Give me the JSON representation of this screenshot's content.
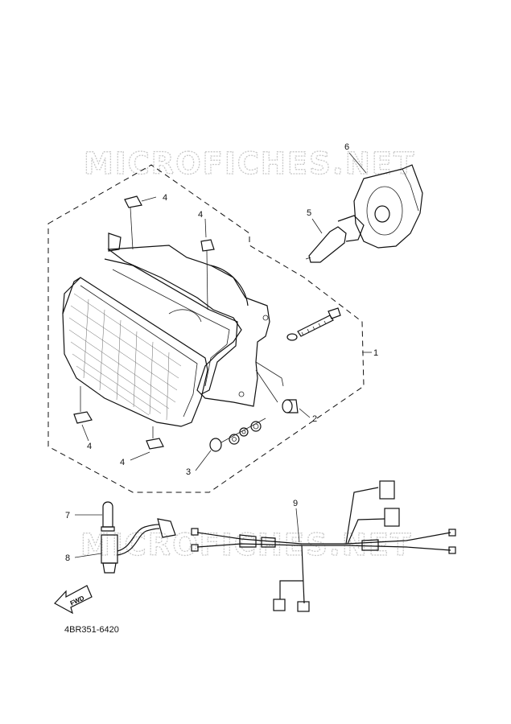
{
  "diagram": {
    "watermark": "MICROFICHES.NET",
    "part_code": "4BR351-6420",
    "direction_arrow": "FWD",
    "callouts": [
      {
        "id": "1",
        "part": "headlight-assembly"
      },
      {
        "id": "2",
        "part": "damper"
      },
      {
        "id": "3",
        "part": "damper-collar"
      },
      {
        "id": "4",
        "part": "clip"
      },
      {
        "id": "5",
        "part": "bulb"
      },
      {
        "id": "6",
        "part": "bulb-cover"
      },
      {
        "id": "7",
        "part": "meter-bulb"
      },
      {
        "id": "8",
        "part": "socket-cord"
      },
      {
        "id": "9",
        "part": "sub-wire-harness"
      }
    ]
  }
}
